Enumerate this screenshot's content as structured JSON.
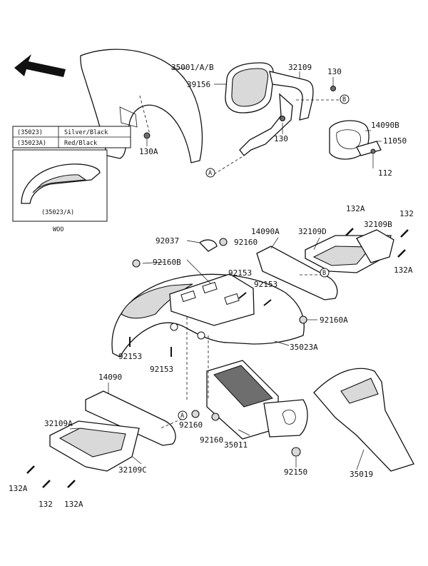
{
  "labels": {
    "p35001": "35001/A/B",
    "p39156": "39156",
    "p32109": "32109",
    "p130a": "130",
    "p130b": "130",
    "p14090b": "14090B",
    "p11050": "11050",
    "p112": "112",
    "p130A": "130A",
    "p92037": "92037",
    "p92160_top": "92160",
    "p14090A": "14090A",
    "p32109D": "32109D",
    "p132A_top": "132A",
    "p132_top": "132",
    "p32109B": "32109B",
    "p132A_right": "132A",
    "p92160B": "92160B",
    "p92153_a": "92153",
    "p92153_b": "92153",
    "p92160A": "92160A",
    "p35023A": "35023A",
    "p92153_c": "92153",
    "p92153_d": "92153",
    "p14090": "14090",
    "p32109A": "32109A",
    "p92160_mid": "92160",
    "p92160_low": "92160",
    "p35011": "35011",
    "p32109C": "32109C",
    "p92150": "92150",
    "p35019": "35019",
    "p132A_low": "132A",
    "p132_low": "132",
    "p132A_low2": "132A"
  },
  "refs": {
    "a": "A",
    "b": "B"
  },
  "color_table": {
    "rows": [
      {
        "code": "(35023)",
        "color": "Silver/Black"
      },
      {
        "code": "(35023A)",
        "color": "Red/Black"
      }
    ]
  },
  "inset": {
    "part": "(35023/A)",
    "caption": "WOO"
  },
  "colors": {
    "ink": "#111111",
    "fill": "#ffffff",
    "shade": "#d9d9d9"
  }
}
